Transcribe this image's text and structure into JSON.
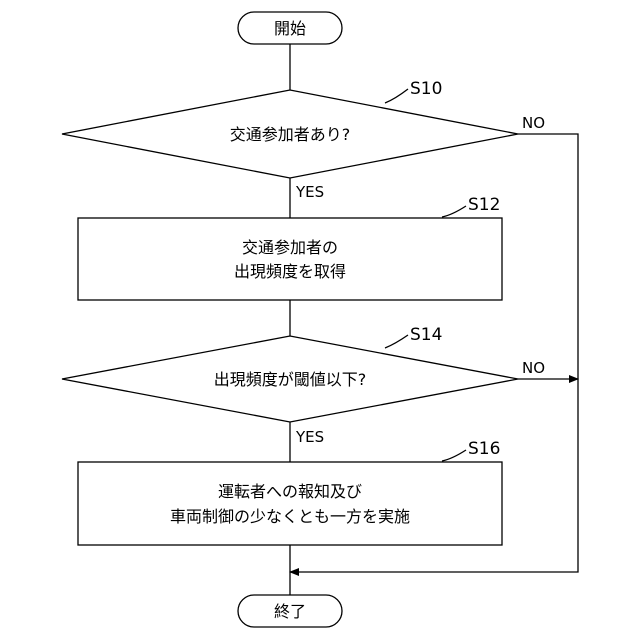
{
  "flowchart": {
    "start": {
      "label": "開始"
    },
    "end": {
      "label": "終了"
    },
    "s10": {
      "step": "S10",
      "text": "交通参加者あり?",
      "yes": "YES",
      "no": "NO"
    },
    "s12": {
      "step": "S12",
      "line1": "交通参加者の",
      "line2": "出現頻度を取得"
    },
    "s14": {
      "step": "S14",
      "text": "出現頻度が閾値以下?",
      "yes": "YES",
      "no": "NO"
    },
    "s16": {
      "step": "S16",
      "line1": "運転者への報知及び",
      "line2": "車両制御の少なくとも一方を実施"
    }
  }
}
